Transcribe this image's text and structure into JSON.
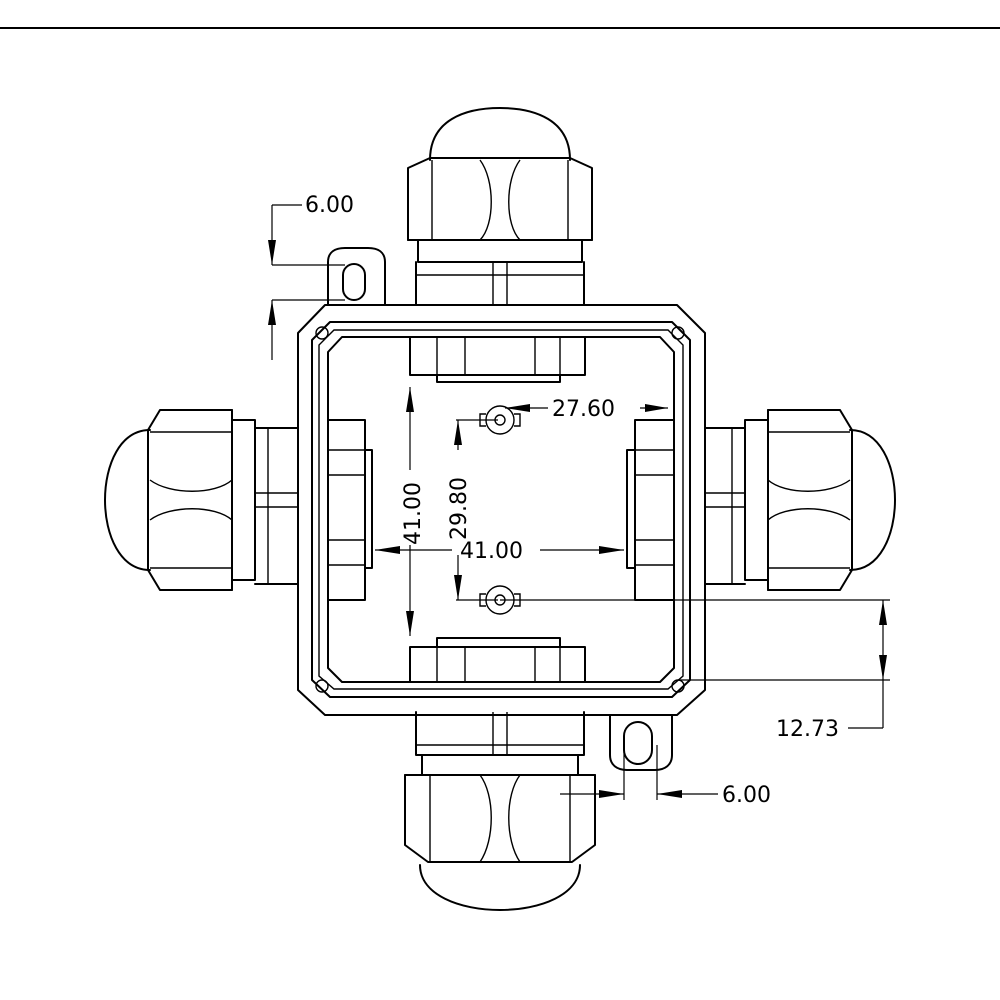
{
  "dimensions": {
    "top_lug_offset": "6.00",
    "lower_hole_spacing": "27.60",
    "hole_spacing_vertical": "29.80",
    "inner_height": "41.00",
    "inner_width": "41.00",
    "lug_to_hole_offset": "12.73",
    "bottom_lug_width": "6.00"
  },
  "colors": {
    "line": "#000000",
    "background": "#ffffff"
  }
}
